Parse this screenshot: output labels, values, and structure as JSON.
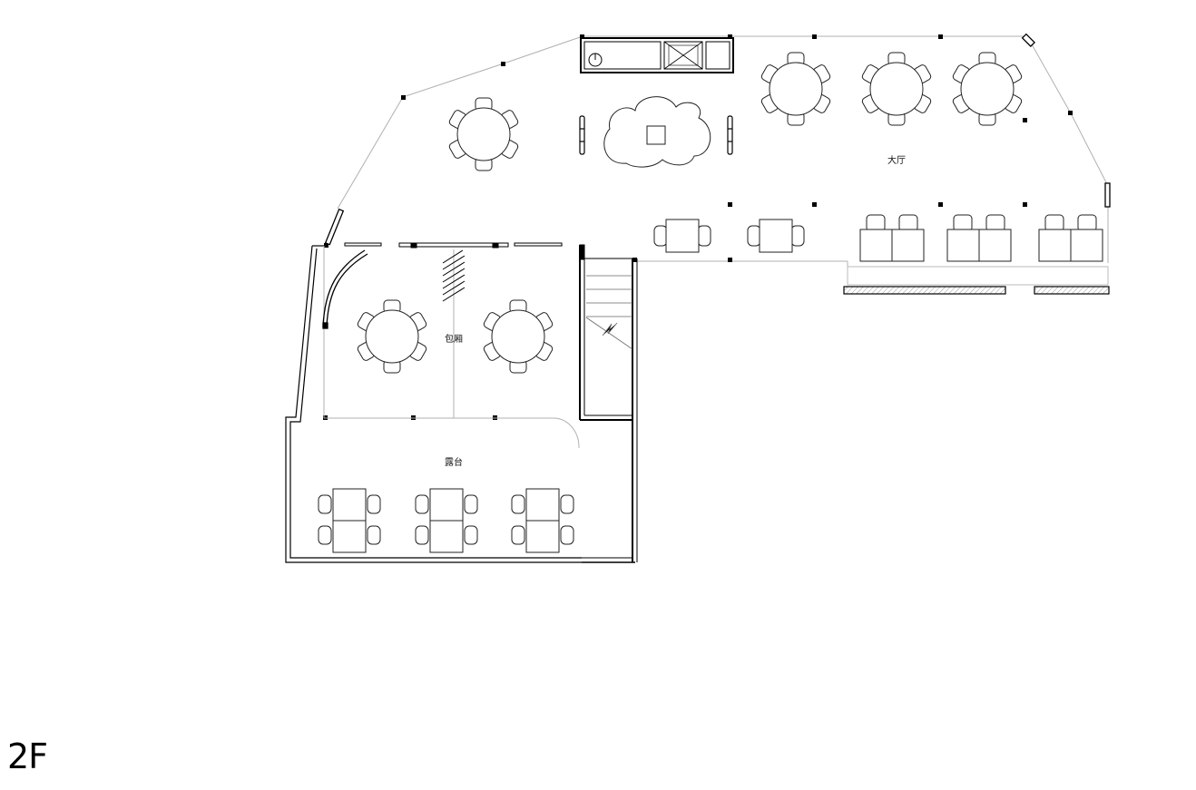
{
  "floor": {
    "label": "2F"
  },
  "rooms": [
    {
      "id": "hall",
      "label": "大厅"
    },
    {
      "id": "private-room",
      "label": "包厢"
    },
    {
      "id": "terrace",
      "label": "露台"
    }
  ],
  "colors": {
    "wall": "#000000",
    "glass": "#a8a8a8",
    "furniture": "#222222",
    "hatch": "#bdbdbd",
    "background": "#ffffff"
  },
  "furniture_counts": {
    "round_tables_6_seat": 6,
    "square_tables_4_seat": 2,
    "booth_tables": 3,
    "terrace_table_groups": 3
  }
}
